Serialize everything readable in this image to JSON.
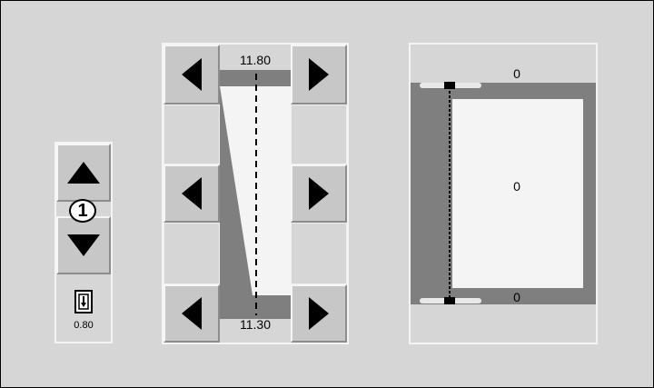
{
  "stepper": {
    "badge": "1",
    "readout": "0.80",
    "up_icon": "triangle-up-icon",
    "down_icon": "triangle-down-icon",
    "mode_icon": "switch-icon"
  },
  "wedge": {
    "top_value": "11.80",
    "bottom_value": "11.30"
  },
  "frame_panel": {
    "top_value": "0",
    "center_value": "0",
    "bottom_value": "0"
  }
}
